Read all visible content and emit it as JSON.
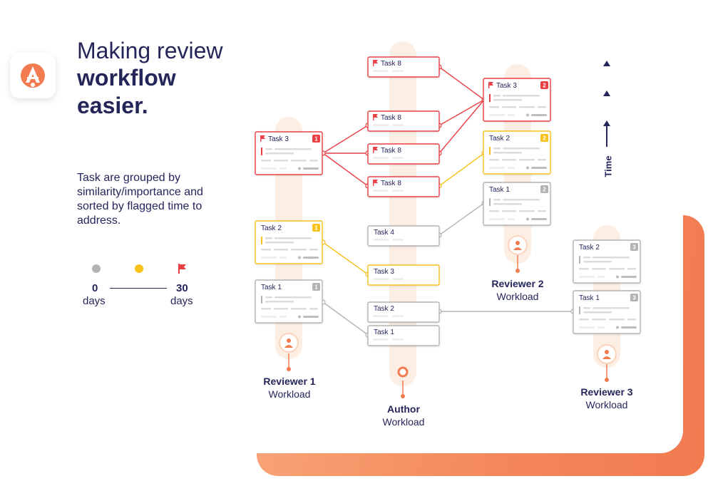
{
  "title": {
    "line1": "Making review",
    "line2": "workflow",
    "line3": "easier."
  },
  "description": "Task are grouped by similarity/importance and sorted by flagged time to address.",
  "legend": {
    "start_value": "0",
    "start_unit": "days",
    "end_value": "30",
    "end_unit": "days",
    "colors": {
      "gray": "#b3b3b3",
      "yellow": "#f7c21b",
      "red": "#ea3f44"
    }
  },
  "axis": {
    "label": "Time"
  },
  "columns": {
    "reviewer1": {
      "name": "Reviewer 1",
      "sub": "Workload"
    },
    "author": {
      "name": "Author",
      "sub": "Workload"
    },
    "reviewer2": {
      "name": "Reviewer 2",
      "sub": "Workload"
    },
    "reviewer3": {
      "name": "Reviewer 3",
      "sub": "Workload"
    }
  },
  "reviewer_cards": {
    "r1_task3": {
      "label": "Task 3",
      "badge": "1",
      "status": "red",
      "flag": true
    },
    "r1_task2": {
      "label": "Task 2",
      "badge": "1",
      "status": "yellow",
      "flag": false
    },
    "r1_task1": {
      "label": "Task 1",
      "badge": "1",
      "status": "gray",
      "flag": false
    },
    "r2_task3": {
      "label": "Task 3",
      "badge": "2",
      "status": "red",
      "flag": true
    },
    "r2_task2": {
      "label": "Task 2",
      "badge": "2",
      "status": "yellow",
      "flag": false
    },
    "r2_task1": {
      "label": "Task 1",
      "badge": "2",
      "status": "gray",
      "flag": false
    },
    "r3_task2": {
      "label": "Task 2",
      "badge": "3",
      "status": "gray",
      "flag": false
    },
    "r3_task1": {
      "label": "Task 1",
      "badge": "3",
      "status": "gray",
      "flag": false
    }
  },
  "author_tasks": {
    "a1": {
      "label": "Task 8",
      "status": "red",
      "flag": true
    },
    "a2": {
      "label": "Task 8",
      "status": "red",
      "flag": true
    },
    "a3": {
      "label": "Task 8",
      "status": "red",
      "flag": true
    },
    "a4": {
      "label": "Task 8",
      "status": "red",
      "flag": true
    },
    "a5": {
      "label": "Task 4",
      "status": "gray",
      "flag": false
    },
    "a6": {
      "label": "Task 3",
      "status": "yellow",
      "flag": false
    },
    "a7": {
      "label": "Task 2",
      "status": "gray",
      "flag": false
    },
    "a8": {
      "label": "Task 1",
      "status": "gray",
      "flag": false
    }
  }
}
